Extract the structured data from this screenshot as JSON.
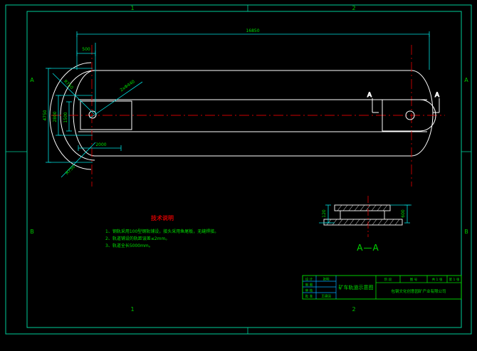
{
  "drawing": {
    "title": "矿车轨道示意图",
    "company": "包钢文化创意园矿产业有限公司",
    "background_color": "#000000",
    "colors": {
      "border": "#00cc99",
      "frame_inner": "#ffffff",
      "dimension": "#00e0e0",
      "dimension_text": "#00e000",
      "geometry": "#ffffff",
      "centerline": "#cc0000",
      "note_title": "#d00000",
      "note_text": "#00e000",
      "titleblock_line": "#00aaff"
    }
  },
  "zones": {
    "top": [
      "1",
      "2"
    ],
    "bottom": [
      "1",
      "2"
    ],
    "left": [
      "A",
      "B"
    ],
    "right": [
      "A",
      "B"
    ]
  },
  "dimensions": {
    "overall_length": "16850",
    "left_offset": "500",
    "height_total": "4750",
    "height_mid": "2800",
    "height_inner": "1500",
    "width_inner": "2000",
    "radius_upper": "R750",
    "radius_lower": "R750",
    "diameter_hole": "2xΦ440"
  },
  "section": {
    "marker_left": "A",
    "marker_right": "A",
    "view_label": "A—A",
    "dim_left": "120",
    "dim_right": "600"
  },
  "notes": {
    "title": "技术说明",
    "items": [
      "1、钢轨采用100型钢轨铺设，接头采用鱼尾板，无缝焊接。",
      "2、轨道铺设的轨距误差≤2mm。",
      "3、轨道全长5000mm。"
    ]
  },
  "titleblock": {
    "left_rows": [
      {
        "label": "设 计",
        "value": "张明"
      },
      {
        "label": "制 图",
        "value": ""
      },
      {
        "label": "审 核",
        "value": ""
      },
      {
        "label": "批 准",
        "value": "王建国"
      }
    ],
    "drawing_name": "矿车轨道示意图",
    "right_fields": [
      {
        "label": "阶 段",
        "value": ""
      },
      {
        "label": "图 号",
        "value": ""
      },
      {
        "label": "共 1 张",
        "value": ""
      },
      {
        "label": "第 1 张",
        "value": ""
      }
    ],
    "company_label": "包钢文化创意园矿产业有限公司"
  }
}
